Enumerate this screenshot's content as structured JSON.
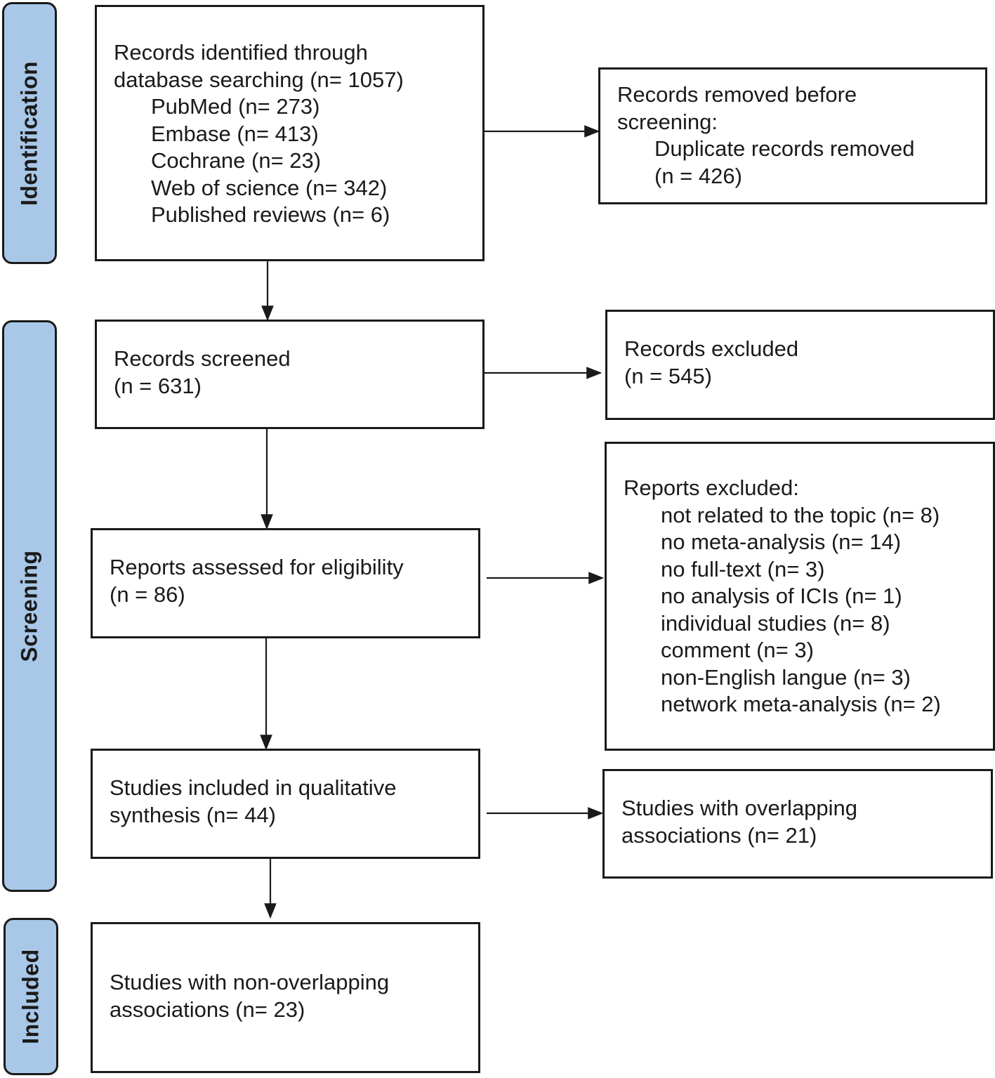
{
  "phases": {
    "identification": "Identification",
    "screening": "Screening",
    "included": "Included"
  },
  "identified": {
    "lines": [
      "Records identified through",
      "database searching (n= 1057)"
    ],
    "sources": [
      "PubMed (n= 273)",
      "Embase (n= 413)",
      "Cochrane (n= 23)",
      "Web of science (n= 342)",
      "Published reviews (n= 6)"
    ]
  },
  "removed": {
    "lines": [
      "Records removed before",
      "screening:"
    ],
    "details": [
      "Duplicate records removed",
      "(n = 426)"
    ]
  },
  "screened": {
    "lines": [
      "Records screened",
      "(n = 631)"
    ]
  },
  "excluded_records": {
    "lines": [
      "Records excluded",
      "(n = 545)"
    ]
  },
  "assessed": {
    "lines": [
      "Reports assessed for eligibility",
      "(n = 86)"
    ]
  },
  "excluded_reports": {
    "heading": "Reports excluded:",
    "reasons": [
      "not related to the topic (n= 8)",
      "no meta-analysis (n= 14)",
      "no full-text (n= 3)",
      "no analysis of ICIs (n= 1)",
      "individual studies (n= 8)",
      "comment (n= 3)",
      "non-English langue (n= 3)",
      "network meta-analysis (n= 2)"
    ]
  },
  "qualitative": {
    "lines": [
      "Studies included in qualitative",
      "synthesis (n= 44)"
    ]
  },
  "overlapping": {
    "lines": [
      "Studies with overlapping",
      "associations (n= 21)"
    ]
  },
  "non_overlapping": {
    "lines": [
      "Studies with non-overlapping",
      "associations (n= 23)"
    ]
  }
}
